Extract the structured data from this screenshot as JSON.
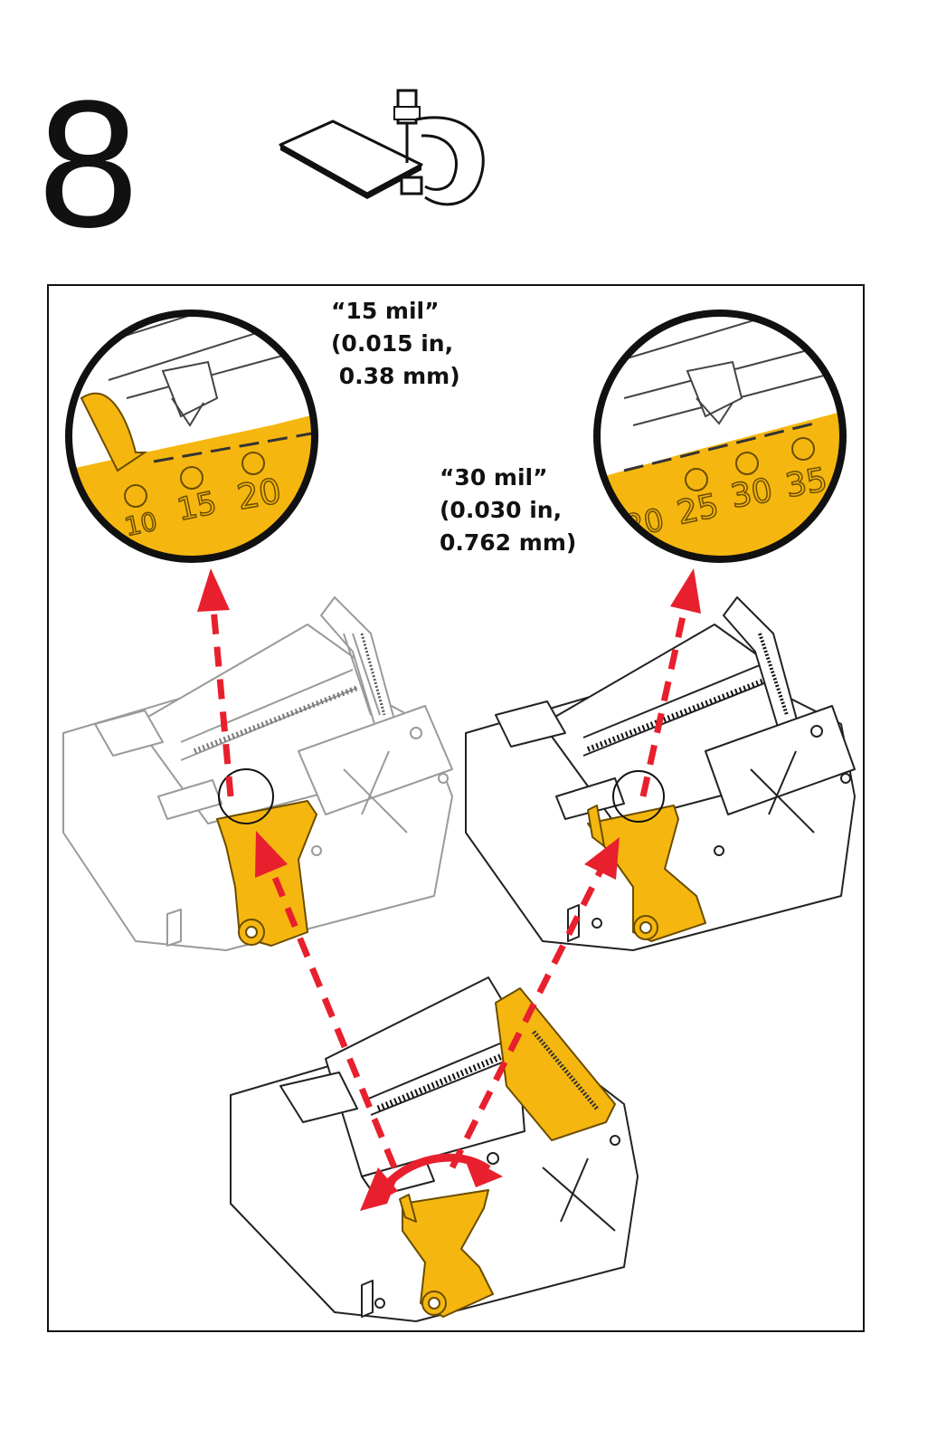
{
  "step": {
    "number": "8"
  },
  "callouts": {
    "setting_15": {
      "l1": "“15 mil”",
      "l2": "(0.015 in,",
      "l3": " 0.38 mm)"
    },
    "setting_30": {
      "l1": "“30 mil”",
      "l2": "(0.030 in,",
      "l3": "0.762 mm)"
    }
  },
  "zoom_left": {
    "scale": [
      "10",
      "15",
      "20"
    ]
  },
  "zoom_right": {
    "scale": [
      "20",
      "25",
      "30",
      "35"
    ]
  },
  "colors": {
    "lever_yellow": "#F5B70F",
    "arrow_red": "#E8202E",
    "line": "#111111"
  },
  "icons": [
    "card-thickness-gauge-icon",
    "printer-illustration",
    "thickness-lever"
  ]
}
